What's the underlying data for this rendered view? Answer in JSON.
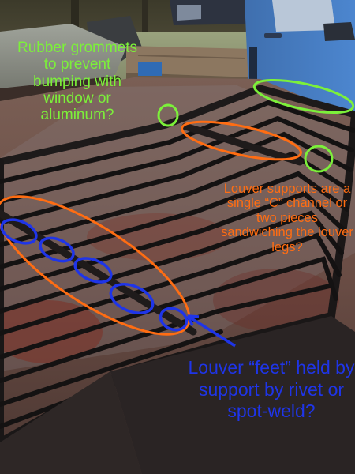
{
  "annotations": {
    "grommets": "Rubber grommets to prevent bumping with window or aluminum?",
    "supports": "Louver supports are a single “C” channel or two pieces sandwiching the louver legs?",
    "feet": "Louver “feet” held by support by rivet or spot-weld?"
  },
  "colors": {
    "green_markup": "#7cf03a",
    "orange_markup": "#ff6d13",
    "blue_markup": "#1f35e8"
  }
}
